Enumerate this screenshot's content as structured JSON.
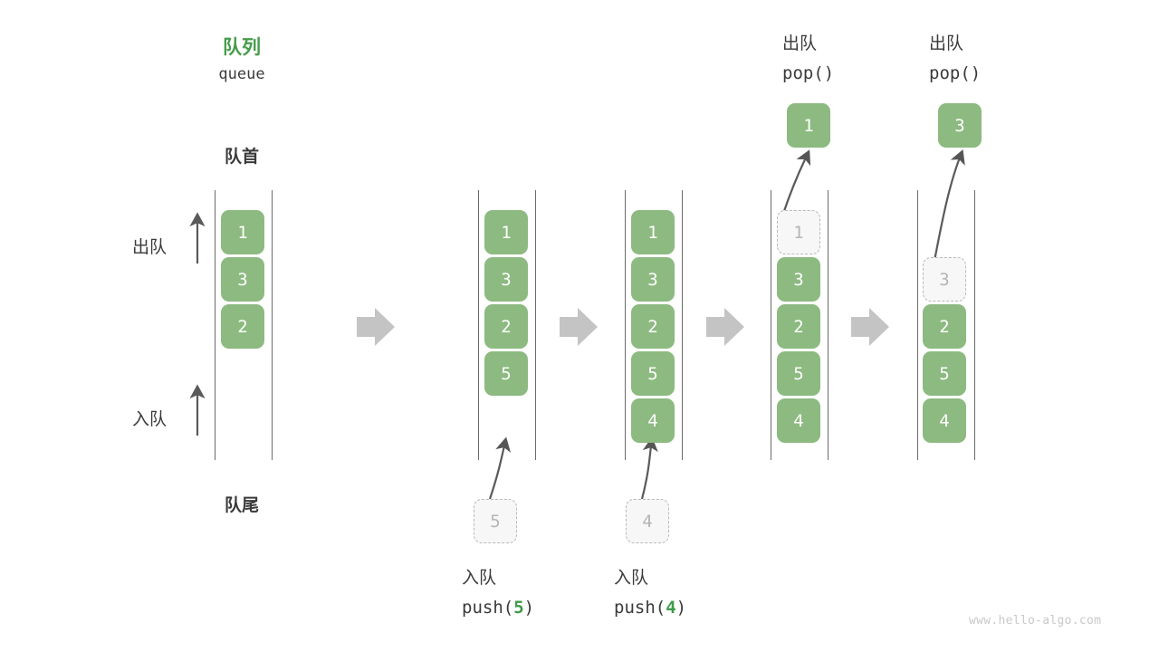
{
  "diagram": {
    "title_cn": "队列",
    "title_code": "queue",
    "head_label": "队首",
    "tail_label": "队尾",
    "dequeue_label": "出队",
    "enqueue_label": "入队",
    "watermark": "www.hello-algo.com",
    "colors": {
      "element": "#8cba80",
      "title_green": "#459c49",
      "accent_green": "#3f9a47",
      "ghost_fill": "#f7f7f7",
      "ghost_border": "#b9b9b9",
      "rail": "#6b6b6b",
      "arrow_step": "#c4c4c4",
      "arrow_motion": "#5a5a5a",
      "text": "#3a3a3a",
      "watermark": "#c9c9c9"
    }
  },
  "steps": [
    {
      "id": "initial",
      "cells": [
        "1",
        "3",
        "2"
      ],
      "ghost_index": null,
      "capacity": 6
    },
    {
      "id": "after-push-5",
      "cells": [
        "1",
        "3",
        "2",
        "5"
      ],
      "ghost_index": null,
      "capacity": 6,
      "op_cn": "入队",
      "op_code_prefix": "push(",
      "op_code_arg": "5",
      "op_code_suffix": ")",
      "incoming_value": "5"
    },
    {
      "id": "after-push-4",
      "cells": [
        "1",
        "3",
        "2",
        "5",
        "4"
      ],
      "ghost_index": null,
      "capacity": 6,
      "op_cn": "入队",
      "op_code_prefix": "push(",
      "op_code_arg": "4",
      "op_code_suffix": ")",
      "incoming_value": "4"
    },
    {
      "id": "pop-1",
      "cells": [
        "1",
        "3",
        "2",
        "5",
        "4"
      ],
      "ghost_index": 0,
      "capacity": 6,
      "op_cn": "出队",
      "op_code_prefix": "pop(",
      "op_code_arg": "",
      "op_code_suffix": ")",
      "popped_value": "1"
    },
    {
      "id": "pop-3",
      "cells": [
        "",
        "3",
        "2",
        "5",
        "4"
      ],
      "ghost_index": 1,
      "capacity": 6,
      "op_cn": "出队",
      "op_code_prefix": "pop(",
      "op_code_arg": "",
      "op_code_suffix": ")",
      "popped_value": "3"
    }
  ],
  "cell_values": {
    "c0_0": "1",
    "c0_1": "3",
    "c0_2": "2",
    "c1_0": "1",
    "c1_1": "3",
    "c1_2": "2",
    "c1_3": "5",
    "c2_0": "1",
    "c2_1": "3",
    "c2_2": "2",
    "c2_3": "5",
    "c2_4": "4",
    "c3_ghost": "1",
    "c3_1": "3",
    "c3_2": "2",
    "c3_3": "5",
    "c3_4": "4",
    "c4_ghost": "3",
    "c4_2": "2",
    "c4_3": "5",
    "c4_4": "4",
    "in1": "5",
    "in2": "4",
    "out1": "1",
    "out2": "3"
  }
}
